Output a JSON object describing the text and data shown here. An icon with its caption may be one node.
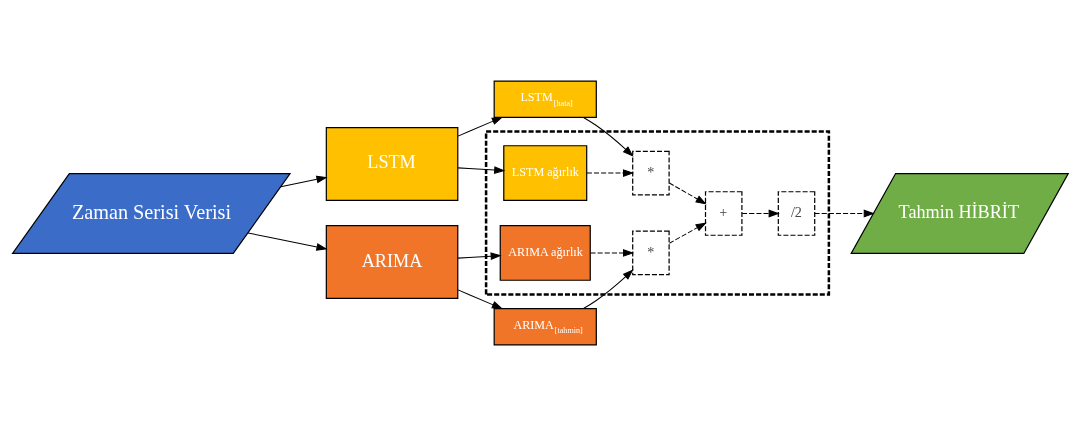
{
  "diagram": {
    "nodes": [
      {
        "text": [
          "Zaman Serisi Verisi"
        ]
      },
      {
        "text": [
          "LSTM"
        ]
      },
      {
        "text": [
          "ARIMA"
        ]
      },
      {
        "text": [
          "LSTM$_{[hata]}$"
        ]
      },
      {
        "text": [],
        "shape": "box"
      },
      {
        "text": [
          "LSTM ağırlık"
        ],
        "in": 4
      },
      {
        "text": [
          "*"
        ],
        "in": 4
      },
      {
        "text": [
          "ARIMA ağırlık"
        ],
        "in": 4
      },
      {
        "text": [
          "*"
        ],
        "in": 4
      },
      {
        "text": [
          "+"
        ],
        "in": 4
      },
      {
        "text": [
          "/2"
        ],
        "in": 4
      },
      {
        "text": [
          "ARIMA$_{[tahmin]}$"
        ]
      },
      {
        "text": [
          "Tahmin HİBRİT"
        ]
      }
    ],
    "edges": [
      {
        "from": 0,
        "to": 1,
        "arrow": "to"
      },
      {
        "from": 0,
        "to": 2,
        "arrow": "to"
      },
      {
        "from": 1,
        "to": 3,
        "arrow": "to"
      },
      {
        "from": 1,
        "to": 5,
        "arrow": "to"
      },
      {
        "from": 2,
        "to": 7,
        "arrow": "to"
      },
      {
        "from": 2,
        "to": 11,
        "arrow": "to"
      },
      {
        "from": 3,
        "to": 6,
        "arrow": "to"
      },
      {
        "from": 5,
        "to": 6,
        "arrow": "to",
        "style": "dashed"
      },
      {
        "from": 7,
        "to": 8,
        "arrow": "to",
        "style": "dashed"
      },
      {
        "from": 11,
        "to": 8,
        "arrow": "to"
      },
      {
        "from": 6,
        "to": 9,
        "arrow": "to",
        "style": "dashed"
      },
      {
        "from": 8,
        "to": 9,
        "arrow": "to",
        "style": "dashed"
      },
      {
        "from": 9,
        "to": 10,
        "arrow": "to",
        "style": "dashed"
      },
      {
        "from": 10,
        "to": 12,
        "arrow": "to",
        "style": "dashed"
      }
    ]
  }
}
